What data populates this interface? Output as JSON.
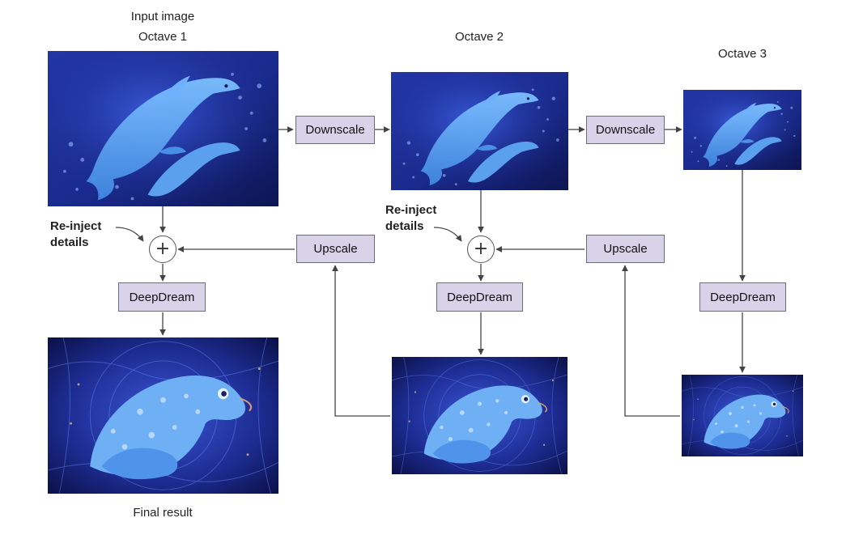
{
  "labels": {
    "input_image": "Input image",
    "octave_1": "Octave 1",
    "octave_2": "Octave 2",
    "octave_3": "Octave 3",
    "final_result": "Final result"
  },
  "notes": {
    "reinject_1": [
      "Re-inject",
      "details"
    ],
    "reinject_2": [
      "Re-inject",
      "details"
    ]
  },
  "boxes": {
    "downscale_1": "Downscale",
    "downscale_2": "Downscale",
    "upscale_1": "Upscale",
    "upscale_2": "Upscale",
    "deepdream_1": "DeepDream",
    "deepdream_2": "DeepDream",
    "deepdream_3": "DeepDream"
  },
  "plus_symbol": "+",
  "colors": {
    "box_fill": "#d9d3ea",
    "box_border": "#6b6b7b",
    "wire": "#444444",
    "image_dark": "#101a5e",
    "image_mid": "#2a3fb8",
    "dolphin": "#5fa8f2"
  },
  "images": [
    {
      "id": "input-image-octave-1",
      "icon": "dolphins-image"
    },
    {
      "id": "image-octave-2",
      "icon": "dolphins-image"
    },
    {
      "id": "image-octave-3",
      "icon": "dolphins-image"
    },
    {
      "id": "dream-result-octave-3",
      "icon": "dream-creature-image"
    },
    {
      "id": "dream-result-octave-2",
      "icon": "dream-creature-image"
    },
    {
      "id": "final-result-image",
      "icon": "dream-creature-image"
    }
  ]
}
